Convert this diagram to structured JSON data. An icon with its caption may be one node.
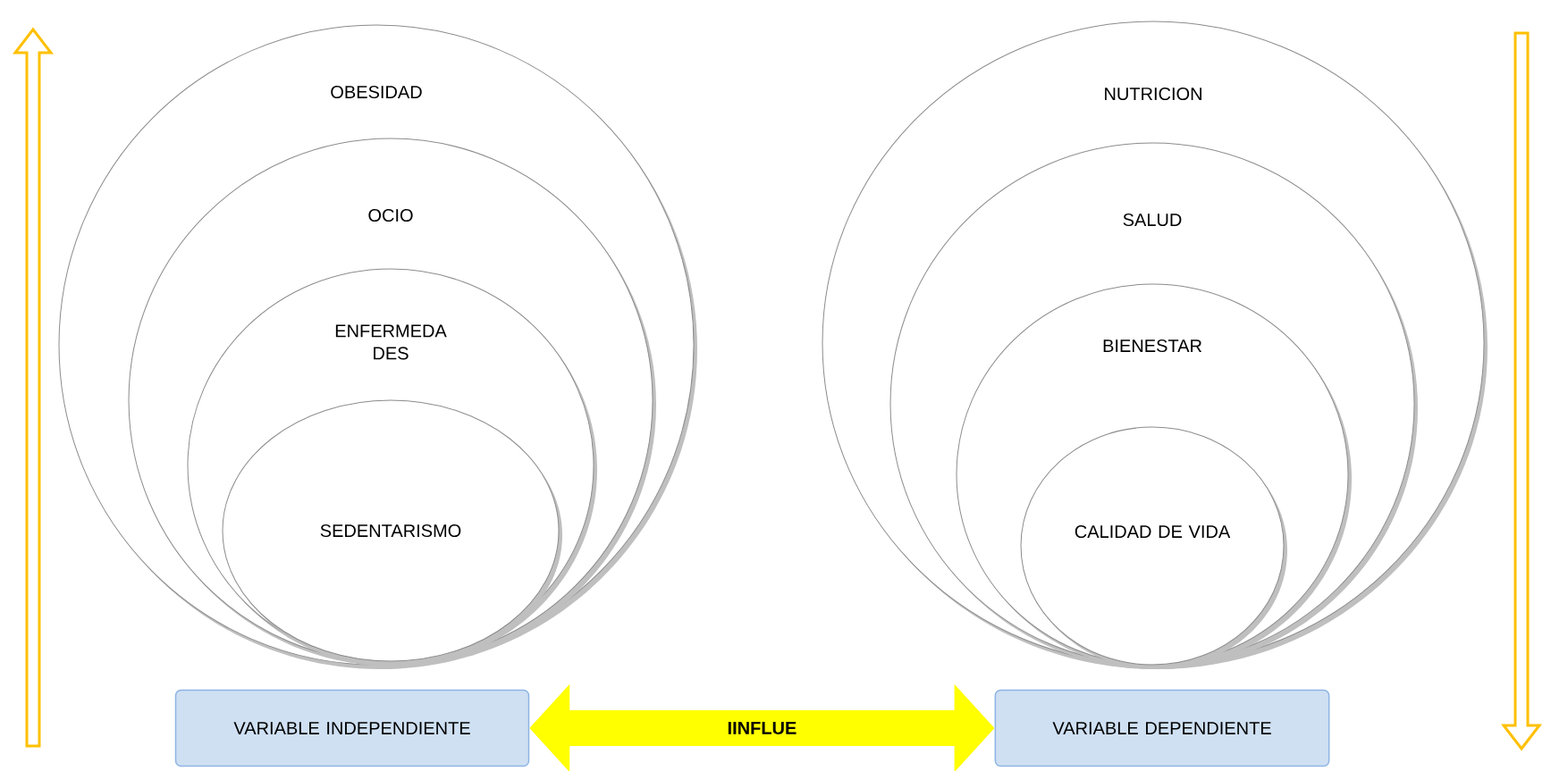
{
  "diagram": {
    "nodes": [
      {
        "text": [
          "OBESIDAD"
        ]
      },
      {
        "text": [
          "OCIO"
        ],
        "in": 0
      },
      {
        "text": [
          "ENFERMEDA DES"
        ],
        "in": 1
      },
      {
        "text": [
          "SEDENTARISMO"
        ],
        "in": 2
      },
      {
        "text": [
          "NUTRICION"
        ]
      },
      {
        "text": [
          "SALUD"
        ],
        "in": 4
      },
      {
        "text": [
          "BIENESTAR"
        ],
        "in": 5
      },
      {
        "text": [
          "CALIDAD DE VIDA"
        ],
        "in": 6
      },
      {
        "text": [
          "VARIABLE INDEPENDIENTE"
        ]
      },
      {
        "text": [
          "VARIABLE DEPENDIENTE"
        ]
      }
    ],
    "edges": [
      {
        "from": 8,
        "to": 9,
        "arrow": "both",
        "label": "IINFLUE",
        "color": "#ffff00"
      }
    ]
  }
}
